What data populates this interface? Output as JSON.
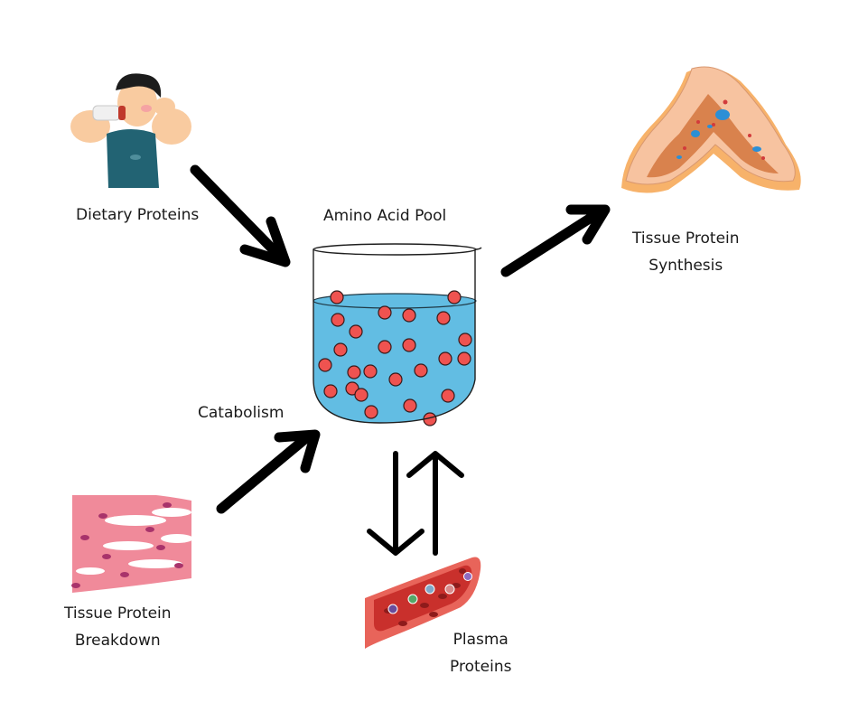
{
  "diagram": {
    "title": "Amino Acid Pool",
    "nodes": {
      "dietary": {
        "label": "Dietary Proteins",
        "icon": "person-drinking-protein-shake"
      },
      "pool": {
        "label": "Amino Acid Pool",
        "icon": "beaker-with-amino-acids"
      },
      "synthesis": {
        "line1": "Tissue Protein",
        "line2": "Synthesis",
        "icon": "tissue-cross-section"
      },
      "breakdown": {
        "line1": "Tissue Protein",
        "line2": "Breakdown",
        "icon": "muscle-fibers"
      },
      "plasma": {
        "line1": "Plasma",
        "line2": "Proteins",
        "icon": "blood-vessel"
      }
    },
    "edges": [
      {
        "from": "Dietary Proteins",
        "to": "Amino Acid Pool",
        "direction": "one-way"
      },
      {
        "from": "Amino Acid Pool",
        "to": "Tissue Protein Synthesis",
        "direction": "one-way"
      },
      {
        "from": "Tissue Protein Breakdown",
        "to": "Amino Acid Pool",
        "direction": "one-way",
        "label": "Catabolism"
      },
      {
        "from": "Amino Acid Pool",
        "to": "Plasma Proteins",
        "direction": "two-way"
      }
    ],
    "edge_label_catabolism": "Catabolism",
    "colors": {
      "liquid": "#62bde3",
      "amino_acid": "#ef5350",
      "arrow": "#000000",
      "muscle": "#f08a9a",
      "vessel": "#e8645a",
      "tissue": "#f7c3a0"
    }
  }
}
